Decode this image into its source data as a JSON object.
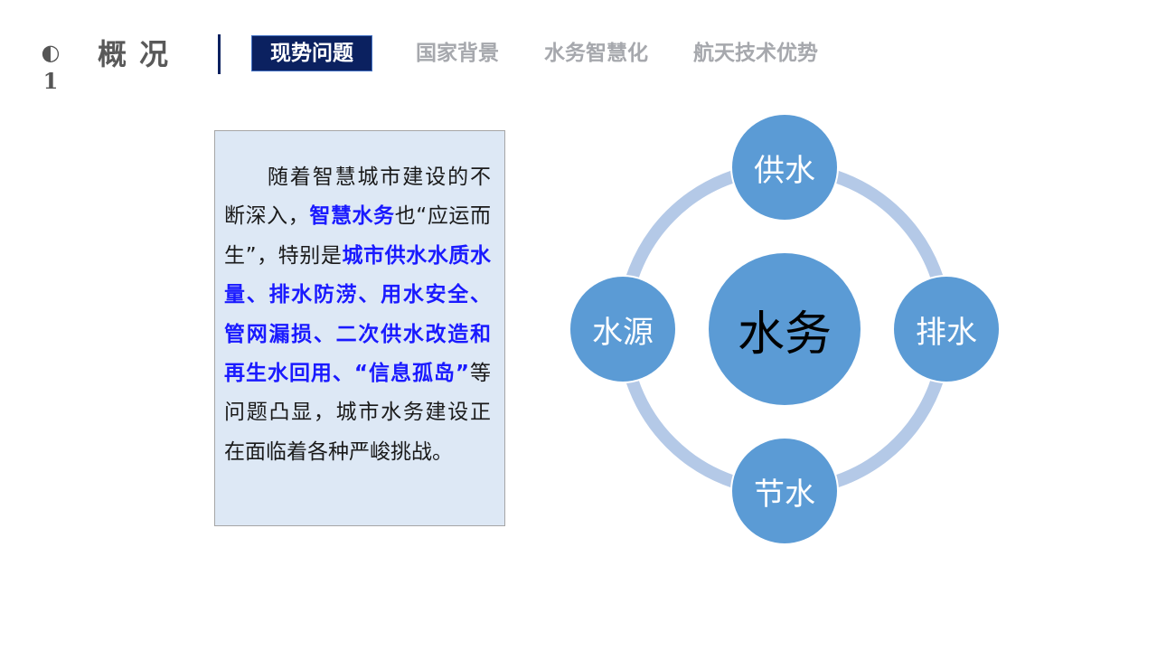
{
  "header": {
    "section_number": "01",
    "section_number_line1": "◐",
    "section_number_line2": "1",
    "section_title": "概况",
    "tabs": [
      {
        "label": "现势问题",
        "active": true
      },
      {
        "label": "国家背景",
        "active": false
      },
      {
        "label": "水务智慧化",
        "active": false
      },
      {
        "label": "航天技术优势",
        "active": false
      }
    ]
  },
  "textbox": {
    "segments": [
      {
        "text": "随着智慧城市建设的不断深入，",
        "highlight": false
      },
      {
        "text": "智慧水务",
        "highlight": true
      },
      {
        "text": "也“应运而生”，特别是",
        "highlight": false
      },
      {
        "text": "城市供水水质水量、排水防涝、用水安全、管网漏损、二次供水改造和再生水回用、“信息孤岛”",
        "highlight": true
      },
      {
        "text": "等问题凸显，城市水务建设正在面临着各种严峻挑战。",
        "highlight": false
      }
    ]
  },
  "diagram": {
    "center": "水务",
    "nodes": {
      "top": "供水",
      "right": "排水",
      "bottom": "节水",
      "left": "水源"
    },
    "colors": {
      "node_fill": "#5b9bd5",
      "ring": "#b4c9e7",
      "tab_active": "#0b2160",
      "highlight_text": "#1a1aff",
      "textbox_bg": "#dde8f5"
    }
  }
}
